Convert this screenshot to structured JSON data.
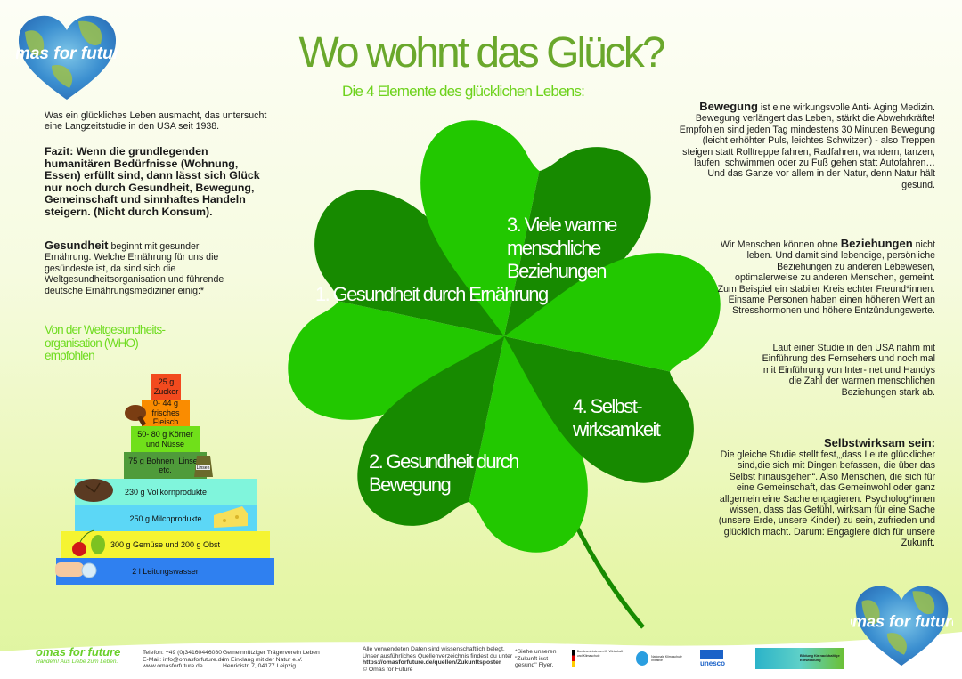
{
  "header": {
    "title": "Wo wohnt das Glück?",
    "subtitle": "Die 4 Elemente des glücklichen Lebens:"
  },
  "logo": {
    "text": "omas for future",
    "small": "omas for future"
  },
  "left": {
    "intro": "Was ein glückliches Leben ausmacht, das untersucht eine Langzeitstudie in den USA seit 1938.",
    "fazit": "Fazit: Wenn die grundlegenden humanitären Bedürfnisse (Wohnung, Essen) erfüllt sind, dann lässt sich Glück nur noch durch Gesundheit, Bewegung, Gemeinschaft und sinnhaftes Handeln steigern. (Nicht durch Konsum).",
    "gesundheit_head": "Gesundheit",
    "gesundheit_body": " beginnt mit gesunder Ernährung. Welche Ernährung für uns die gesündeste ist, da sind sich die Weltgesundheitsorganisation und führende deutsche Ernährungsmediziner einig:*",
    "who": "Von der Weltgesundheits-organisation (WHO) empfohlen"
  },
  "pyramid": [
    {
      "label": "25 g Zucker",
      "color": "#f24a1e"
    },
    {
      "label": "0- 44 g frisches Fleisch",
      "color": "#fa8c00"
    },
    {
      "label": "50- 80 g Körner und Nüsse",
      "color": "#70e01a"
    },
    {
      "label": "75 g Bohnen, Linsen etc.",
      "color": "#4f9b3a"
    },
    {
      "label": "230 g Vollkornprodukte",
      "color": "#80f5dc"
    },
    {
      "label": "250 g Milchprodukte",
      "color": "#5cd7f6"
    },
    {
      "label": "300 g Gemüse und 200 g Obst",
      "color": "#f5f432"
    },
    {
      "label": "2 l Leitungswasser",
      "color": "#2f80f0"
    }
  ],
  "sack_label": "Linsen",
  "clover": {
    "colors": {
      "light": "#22c800",
      "dark": "#178a00"
    },
    "leaves": [
      "1. Gesundheit durch Ernährung",
      "2. Gesundheit durch Bewegung",
      "3. Viele warme menschliche Beziehungen",
      "4. Selbst- wirksamkeit"
    ]
  },
  "right": {
    "bewegung_head": "Bewegung",
    "bewegung_body": " ist eine wirkungsvolle Anti- Aging Medizin. Bewegung verlängert das Leben, stärkt die Abwehrkräfte! Empfohlen sind jeden Tag mindestens 30 Minuten Bewegung (leicht erhöhter Puls, leichtes Schwitzen) - also Treppen steigen statt Rolltreppe fahren, Radfahren, wandern, tanzen, laufen, schwimmen oder zu Fuß gehen statt Autofahren…Und das Ganze vor allem in der Natur, denn Natur hält gesund.",
    "bez_pre": "Wir Menschen können ohne ",
    "bez_head": "Beziehungen",
    "bez_body": " nicht leben. Und damit sind lebendige, persönliche Beziehungen zu anderen Lebewesen, optimalerweise zu anderen Menschen, gemeint. Zum Beispiel ein stabiler Kreis echter Freund*innen. Einsame Personen haben einen höheren Wert an Stresshormonen und höhere Entzündungswerte.",
    "studie": "Laut einer Studie in den USA nahm mit Einführung des Fernsehers und noch mal mit Einführung von Inter- net und Handys die Zahl der warmen menschlichen Beziehungen stark ab.",
    "selbst_head": "Selbstwirksam sein:",
    "selbst_body": "Die gleiche Studie stellt fest,„dass Leute glücklicher sind,die sich mit Dingen befassen, die über das Selbst hinausgehen“. Also Menschen, die sich für eine Gemeinschaft, das Gemeinwohl oder ganz allgemein eine Sache engagieren. Psycholog*innen wissen, dass das Gefühl, wirksam für eine Sache (unsere Erde, unsere Kinder) zu sein, zufrieden und glücklich macht. Darum: Engagiere dich für unsere Zukunft."
  },
  "footer": {
    "brand": "omas for future",
    "slogan": "Handeln! Aus Liebe zum Leben.",
    "contact": [
      "Telefon: +49 (0)34160446080",
      "E-Mail: info@omasforfuture.de",
      "www.omasforfuture.de"
    ],
    "org": [
      "Gemeinnütziger Trägerverein Leben",
      "im Einklang mit der Natur e.V.",
      "Henricistr. 7, 04177 Leipzig"
    ],
    "sources": [
      "Alle verwendeten Daten sind wissenschaftlich belegt.",
      "Unser ausführliches Quellenverzeichnis findest du unter"
    ],
    "sources_url": "https://omasforfuture.de/quellen/Zukunftsposter",
    "copyright": "© Omas for Future",
    "flyer": "*Siehe unseren \"Zukunft isst gesund\" Flyer.",
    "sponsors": [
      "Bundesministerium für Wirtschaft und Klimaschutz",
      "Nationale Klimaschutz Initiative",
      "unesco",
      "Bildung für nachhaltige Entwicklung"
    ]
  }
}
